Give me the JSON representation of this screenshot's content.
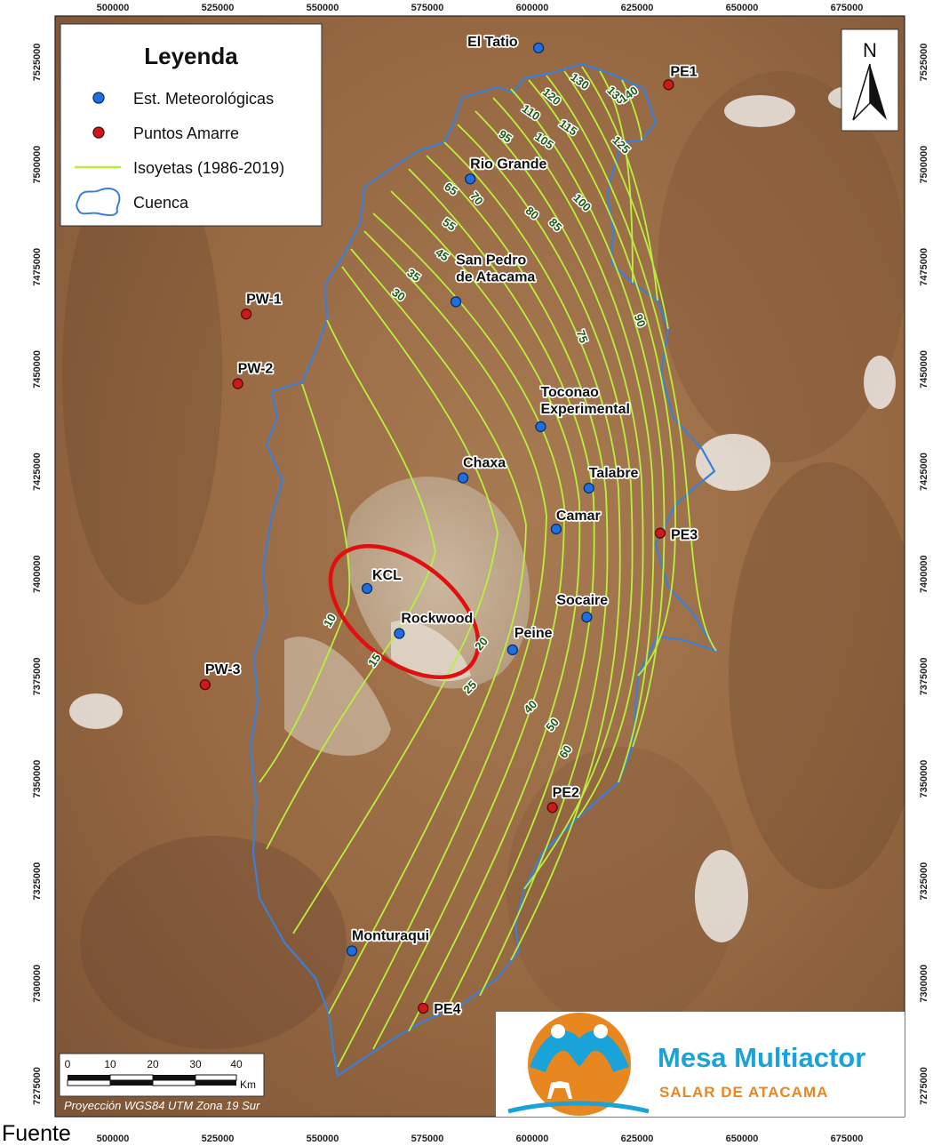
{
  "legend": {
    "title": "Leyenda",
    "items": [
      {
        "label": "Est. Meteorológicas",
        "color": "#1f6fe0"
      },
      {
        "label": "Puntos Amarre",
        "color": "#cc1a1a"
      },
      {
        "label": "Isoyetas (1986-2019)",
        "color": "#b8f03c"
      },
      {
        "label": "Cuenca",
        "color": "#3a7fd8"
      }
    ]
  },
  "axes": {
    "x_ticks": [
      "500000",
      "525000",
      "550000",
      "575000",
      "600000",
      "625000",
      "650000",
      "675000"
    ],
    "y_ticks": [
      "7525000",
      "7500000",
      "7475000",
      "7450000",
      "7425000",
      "7400000",
      "7375000",
      "7350000",
      "7325000",
      "7300000",
      "7275000"
    ]
  },
  "stations": [
    {
      "name": "El Tatio",
      "x": 601500,
      "y": 7528500
    },
    {
      "name": "Rio Grande",
      "x": 585200,
      "y": 7496500
    },
    {
      "name": "San Pedro",
      "name2": "de Atacama",
      "x": 581800,
      "y": 7466500
    },
    {
      "name": "Toconao",
      "name2": "Experimental",
      "x": 602000,
      "y": 7436000
    },
    {
      "name": "Chaxa",
      "x": 583500,
      "y": 7423500
    },
    {
      "name": "Talabre",
      "x": 613500,
      "y": 7421000
    },
    {
      "name": "Camar",
      "x": 605700,
      "y": 7411000
    },
    {
      "name": "KCL",
      "x": 560600,
      "y": 7396500
    },
    {
      "name": "Socaire",
      "x": 613000,
      "y": 7389500
    },
    {
      "name": "Rockwood",
      "x": 568300,
      "y": 7385500
    },
    {
      "name": "Peine",
      "x": 595300,
      "y": 7381500
    },
    {
      "name": "Monturaqui",
      "x": 557000,
      "y": 7308000
    }
  ],
  "tie_points": [
    {
      "name": "PE1",
      "x": 632500,
      "y": 7519500
    },
    {
      "name": "PW-1",
      "x": 531800,
      "y": 7463500
    },
    {
      "name": "PW-2",
      "x": 529800,
      "y": 7446500
    },
    {
      "name": "PE3",
      "x": 630500,
      "y": 7410000
    },
    {
      "name": "PW-3",
      "x": 522000,
      "y": 7373000
    },
    {
      "name": "PE2",
      "x": 604800,
      "y": 7343000
    },
    {
      "name": "PE4",
      "x": 574000,
      "y": 7294000
    }
  ],
  "isohyet_labels": [
    "10",
    "15",
    "20",
    "25",
    "30",
    "35",
    "40",
    "45",
    "50",
    "55",
    "60",
    "65",
    "70",
    "75",
    "80",
    "85",
    "90",
    "95",
    "100",
    "105",
    "110",
    "115",
    "120",
    "125",
    "130",
    "135",
    "140"
  ],
  "north_label": "N",
  "scale_bar": {
    "ticks": [
      "0",
      "10",
      "20",
      "30",
      "40"
    ],
    "unit": "Km"
  },
  "projection": "Proyección WGS84 UTM Zona 19 Sur",
  "logo": {
    "title": "Mesa Multiactor",
    "subtitle": "SALAR DE ATACAMA"
  },
  "footer": {
    "text": "Fuente"
  },
  "colors": {
    "terrain": "#9c6e48",
    "salar": "#c2ab91",
    "basin_outline": "#3a7fd8",
    "isohyet": "#b8f03c",
    "highlight_ellipse": "#e01010"
  }
}
